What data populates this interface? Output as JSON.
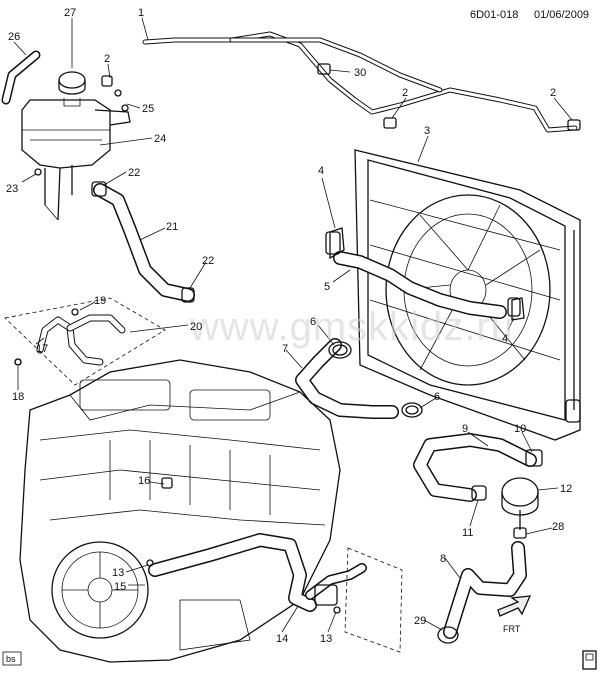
{
  "header": {
    "code": "6D01-018",
    "date": "01/06/2009"
  },
  "watermark": "www.gmskkidz.ru",
  "corner_tag": "bs",
  "arrow_tag": "FRT",
  "callouts": [
    {
      "id": "c27",
      "label": "27"
    },
    {
      "id": "c1",
      "label": "1"
    },
    {
      "id": "c26",
      "label": "26"
    },
    {
      "id": "c2a",
      "label": "2"
    },
    {
      "id": "c25",
      "label": "25"
    },
    {
      "id": "c30",
      "label": "30"
    },
    {
      "id": "c2b",
      "label": "2"
    },
    {
      "id": "c2c",
      "label": "2"
    },
    {
      "id": "c3",
      "label": "3"
    },
    {
      "id": "c24",
      "label": "24"
    },
    {
      "id": "c22a",
      "label": "22"
    },
    {
      "id": "c23",
      "label": "23"
    },
    {
      "id": "c4a",
      "label": "4"
    },
    {
      "id": "c21",
      "label": "21"
    },
    {
      "id": "c22b",
      "label": "22"
    },
    {
      "id": "c5",
      "label": "5"
    },
    {
      "id": "c19",
      "label": "19"
    },
    {
      "id": "c20",
      "label": "20"
    },
    {
      "id": "c6a",
      "label": "6"
    },
    {
      "id": "c4b",
      "label": "4"
    },
    {
      "id": "c17",
      "label": "17"
    },
    {
      "id": "c7",
      "label": "7"
    },
    {
      "id": "c18",
      "label": "18"
    },
    {
      "id": "c6b",
      "label": "6"
    },
    {
      "id": "c9",
      "label": "9"
    },
    {
      "id": "c10",
      "label": "10"
    },
    {
      "id": "c16",
      "label": "16"
    },
    {
      "id": "c12",
      "label": "12"
    },
    {
      "id": "c11",
      "label": "11"
    },
    {
      "id": "c28",
      "label": "28"
    },
    {
      "id": "c13a",
      "label": "13"
    },
    {
      "id": "c15",
      "label": "15"
    },
    {
      "id": "c8",
      "label": "8"
    },
    {
      "id": "c14",
      "label": "14"
    },
    {
      "id": "c13b",
      "label": "13"
    },
    {
      "id": "c29",
      "label": "29"
    }
  ]
}
